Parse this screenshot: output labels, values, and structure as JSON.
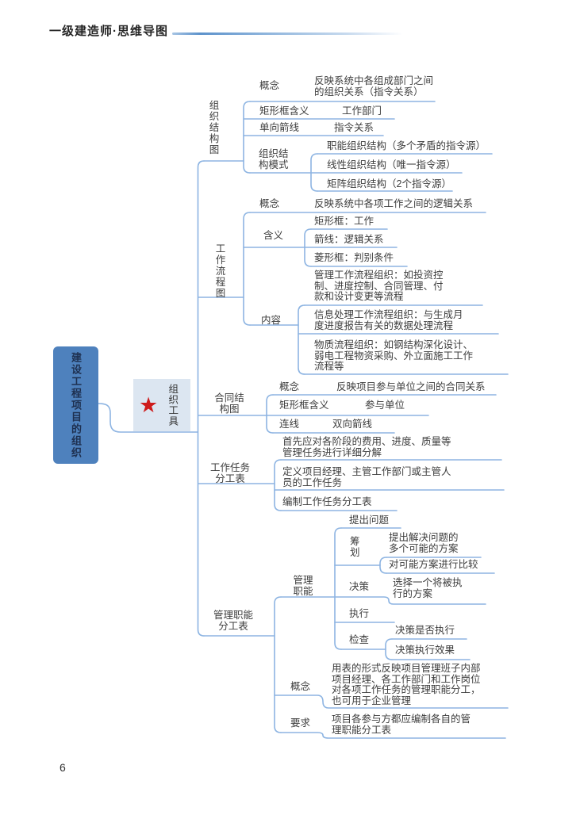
{
  "header": {
    "title": "一级建造师·思维导图"
  },
  "footer": {
    "page_number": "6"
  },
  "root": {
    "label": "建设工程项目的组织"
  },
  "tool": {
    "label": "组织工具",
    "icon": "red-star",
    "glyph": "★"
  },
  "org_chart": {
    "label": "组织结构图",
    "concept_label": "概念",
    "concept_value": "反映系统中各组成部门之间的组织关系（指令关系）",
    "rect_label": "矩形框含义",
    "rect_value": "工作部门",
    "arrow_label": "单向箭线",
    "arrow_value": "指令关系",
    "modes_label": "组织结构模式",
    "mode_functional": "职能组织结构（多个矛盾的指令源）",
    "mode_linear": "线性组织结构（唯一指令源）",
    "mode_matrix": "矩阵组织结构（2个指令源）"
  },
  "workflow": {
    "label": "工作流程图",
    "concept_label": "概念",
    "concept_value": "反映系统中各项工作之间的逻辑关系",
    "meaning_label": "含义",
    "meaning_rect": "矩形框：工作",
    "meaning_arrow": "箭线：逻辑关系",
    "meaning_diamond": "菱形框：判别条件",
    "content_label": "内容",
    "content_mgmt": "管理工作流程组织：如投资控制、进度控制、合同管理、付款和设计变更等流程",
    "content_info": "信息处理工作流程组织：与生成月度进度报告有关的数据处理流程",
    "content_material": "物质流程组织：如钢结构深化设计、弱电工程物资采购、外立面施工工作流程等"
  },
  "contract": {
    "label": "合同结构图",
    "concept_label": "概念",
    "concept_value": "反映项目参与单位之间的合同关系",
    "rect_label": "矩形框含义",
    "rect_value": "参与单位",
    "line_label": "连线",
    "line_value": "双向箭线"
  },
  "task_division": {
    "label": "工作任务分工表",
    "step_decompose": "首先应对各阶段的费用、进度、质量等管理任务进行详细分解",
    "step_define": "定义项目经理、主管工作部门或主管人员的工作任务",
    "step_compile": "编制工作任务分工表"
  },
  "function_division": {
    "label": "管理职能分工表",
    "functions_label": "管理职能",
    "func_propose": "提出问题",
    "plan_label": "筹划",
    "plan_options": "提出解决问题的多个可能的方案",
    "plan_compare": "对可能方案进行比较",
    "decide_label": "决策",
    "decide_value": "选择一个将被执行的方案",
    "execute_label": "执行",
    "check_label": "检查",
    "check_exec": "决策是否执行",
    "check_effect": "决策执行效果",
    "concept_label": "概念",
    "concept_value": "用表的形式反映项目管理班子内部项目经理、各工作部门和工作岗位对各项工作任务的管理职能分工，也可用于企业管理",
    "req_label": "要求",
    "req_value": "项目各参与方都应编制各自的管理职能分工表"
  },
  "colors": {
    "connector": "#8db4e2",
    "root_fill": "#4e81bd",
    "tool_fill": "#dce6f1",
    "star": "#ce1c1c",
    "text": "#3d3d3d"
  }
}
